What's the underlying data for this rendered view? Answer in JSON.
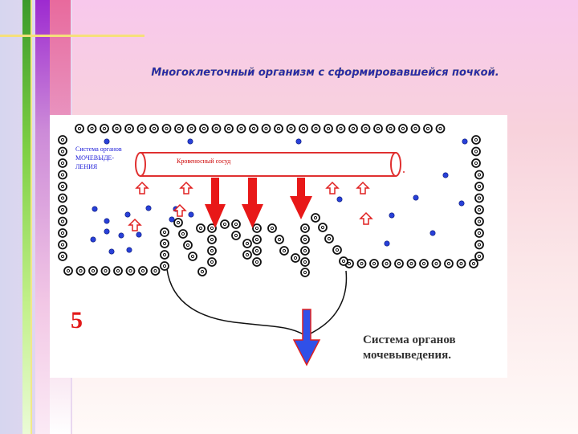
{
  "slide": {
    "title": "Многоклеточный организм с сформировавшейся почкой."
  },
  "diagram": {
    "inset_label_lines": [
      "Система органов",
      "МОЧЕВЫДЕ-",
      "ЛЕНИЯ"
    ],
    "vessel_label": "Кровеносный сосуд",
    "slide_number": "5",
    "caption_lines": [
      "Система органов",
      "мочевыведения."
    ]
  },
  "colors": {
    "vessel_fill": "#ffffff",
    "vessel_stroke": "#e03030",
    "arrow_red": "#e81818",
    "arrow_blue": "#3050e8",
    "dot_blue": "#2840d8",
    "cell_ring": "#111111"
  }
}
